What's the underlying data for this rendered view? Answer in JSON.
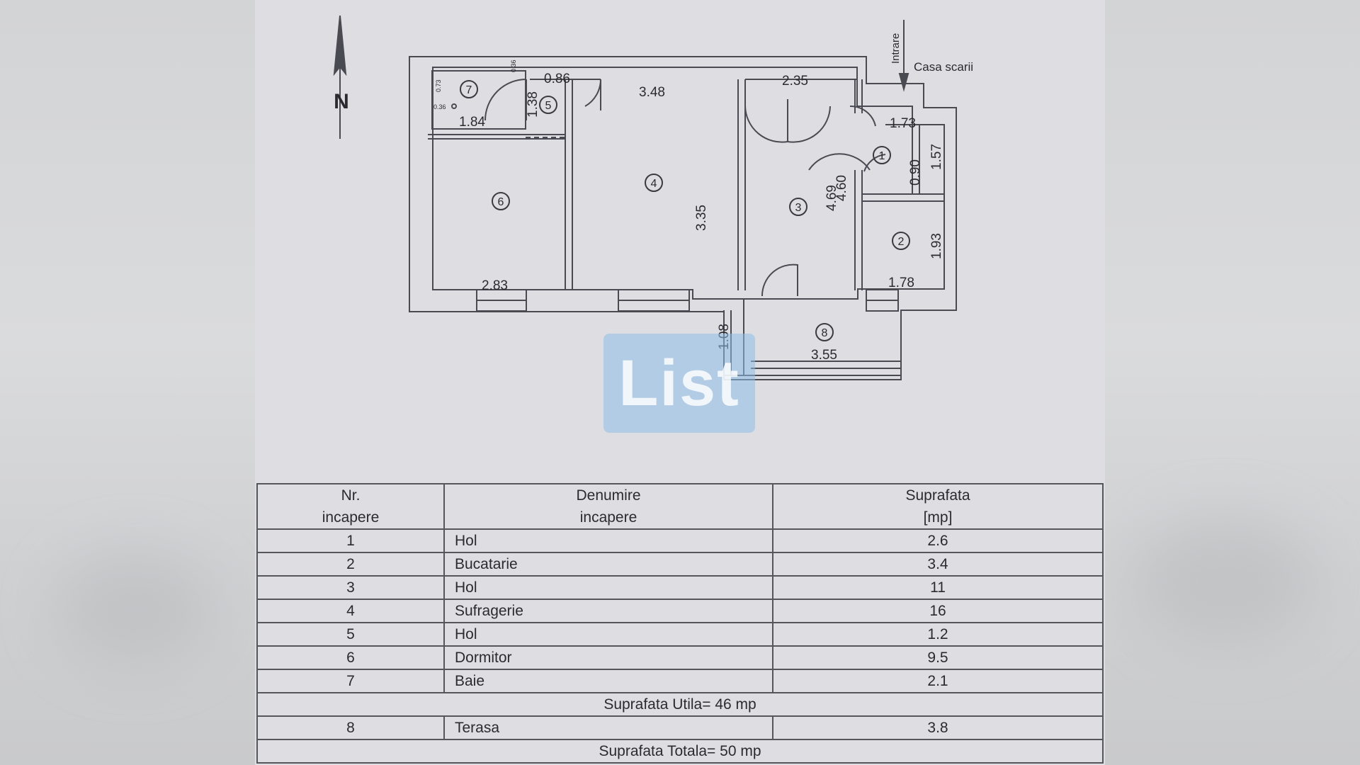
{
  "plan": {
    "north_label": "N",
    "entrance_label": "Intrare",
    "stairwell_label": "Casa scarii",
    "dimensions": [
      "0.86",
      "0.36",
      "0.73",
      "0.36",
      "1.38",
      "1.84",
      "3.48",
      "2.35",
      "1.73",
      "0.90",
      "1.57",
      "4.60",
      "4.69",
      "3.35",
      "1.93",
      "2.83",
      "1.78",
      "1.08",
      "3.55"
    ],
    "room_markers": [
      "1",
      "2",
      "3",
      "4",
      "5",
      "6",
      "7",
      "8"
    ]
  },
  "watermark": "List",
  "table": {
    "headers": [
      [
        "Nr.",
        "incapere"
      ],
      [
        "Denumire",
        "incapere"
      ],
      [
        "Suprafata",
        "[mp]"
      ]
    ],
    "rooms": [
      {
        "nr": "1",
        "name": "Hol",
        "area": "2.6"
      },
      {
        "nr": "2",
        "name": "Bucatarie",
        "area": "3.4"
      },
      {
        "nr": "3",
        "name": "Hol",
        "area": "11"
      },
      {
        "nr": "4",
        "name": "Sufragerie",
        "area": "16"
      },
      {
        "nr": "5",
        "name": "Hol",
        "area": "1.2"
      },
      {
        "nr": "6",
        "name": "Dormitor",
        "area": "9.5"
      },
      {
        "nr": "7",
        "name": "Baie",
        "area": "2.1"
      }
    ],
    "useful_area": "Suprafata Utila= 46 mp",
    "terrace": {
      "nr": "8",
      "name": "Terasa",
      "area": "3.8"
    },
    "total_area": "Suprafata Totala= 50 mp"
  }
}
